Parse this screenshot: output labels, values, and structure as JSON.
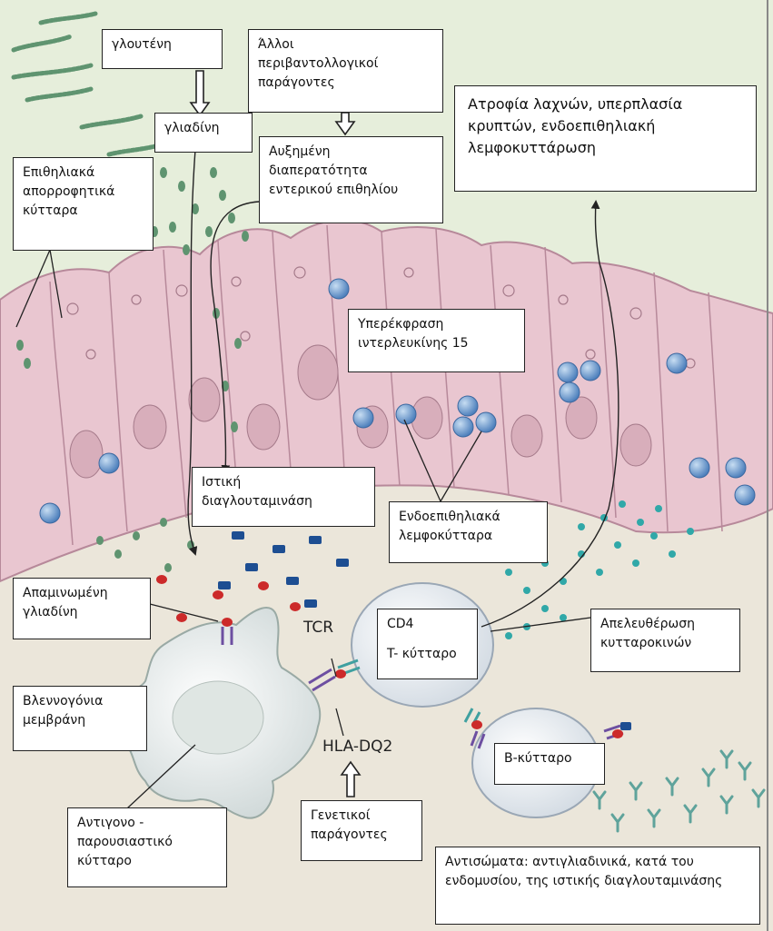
{
  "labels": {
    "gluten": "γλουτένη",
    "env_factors": [
      "Άλλοι",
      "περιβαντολλογικοί",
      "παράγοντες"
    ],
    "gliadin": "γλιαδίνη",
    "permeability": [
      "Αυξημένη",
      "διαπερατότητα",
      "εντερικού επιθηλίου"
    ],
    "atrophy": [
      "Ατροφία λαχνών, υπερπλασία",
      "κρυπτών, ενδοεπιθηλιακή",
      "λεμφοκυττάρωση"
    ],
    "epithelial_cells": [
      "Επιθηλιακά",
      "απορροφητικά",
      "κύτταρα"
    ],
    "il15": [
      "Υπερέκφραση",
      "ιντερλευκίνης 15"
    ],
    "transglutaminase": [
      "Ιστική",
      "διαγλουταμινάση"
    ],
    "iel": [
      "Ενδοεπιθηλιακά",
      "λεμφοκύτταρα"
    ],
    "deamidated": [
      "Απαμινωμένη",
      "γλιαδίνη"
    ],
    "tcr": "TCR",
    "cd4": "CD4",
    "tcell": "T- κύτταρο",
    "cytokines": [
      "Απελευθέρωση",
      "κυτταροκινών"
    ],
    "mucosa": [
      "Βλεννογόνια",
      "μεμβράνη"
    ],
    "hla": "HLA-DQ2",
    "bcell": "Β-κύτταρο",
    "apc": [
      "Αντιγονο -",
      "παρουσιαστικό",
      "κύτταρο"
    ],
    "genetic": [
      "Γενετικοί",
      "παράγοντες"
    ],
    "antibodies": [
      "Αντισώματα: αντιγλιαδινικά, κατά του",
      "ενδομυσίου, της ιστικής διαγλουταμινάσης"
    ]
  },
  "colors": {
    "background": "#e6eedb",
    "epithelium": "#e9c6d0",
    "lamina": "#ebe6da",
    "gliadin_green": "#5f9470",
    "transglutaminase_blue": "#1d4e92",
    "deamidated_red": "#cc2a2a",
    "lymphocyte_blue": "#6e9fd2",
    "cytokine_teal": "#30a8a8"
  }
}
